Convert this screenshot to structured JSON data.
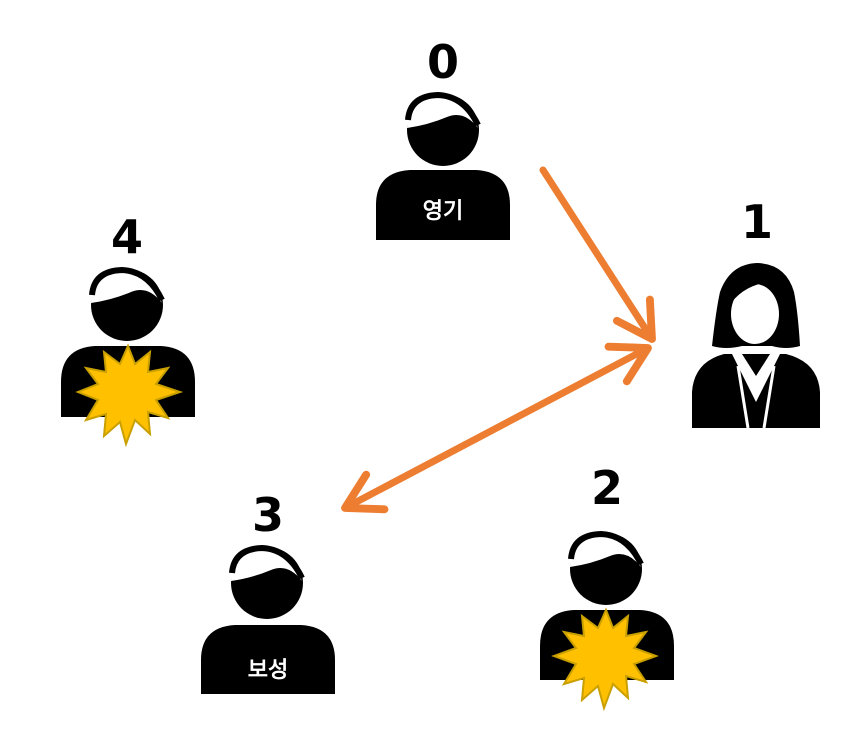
{
  "nodes": [
    {
      "number": "0",
      "name": "영기",
      "figure": "man-icon",
      "burst": false
    },
    {
      "number": "1",
      "name": "",
      "figure": "woman-icon",
      "burst": false
    },
    {
      "number": "2",
      "name": "",
      "figure": "man-icon",
      "burst": true
    },
    {
      "number": "3",
      "name": "보성",
      "figure": "man-icon",
      "burst": false
    },
    {
      "number": "4",
      "name": "",
      "figure": "man-icon",
      "burst": true
    }
  ],
  "edges": [
    {
      "from": "0",
      "to": "1",
      "direction": "one-way"
    },
    {
      "from": "1",
      "to": "3",
      "direction": "two-way"
    }
  ],
  "colors": {
    "figure": "#000000",
    "arrow": "#ED7D31",
    "burst_fill": "#FFC000",
    "burst_stroke": "#C9A000",
    "label_text": "#ffffff",
    "number_text": "#000000"
  }
}
